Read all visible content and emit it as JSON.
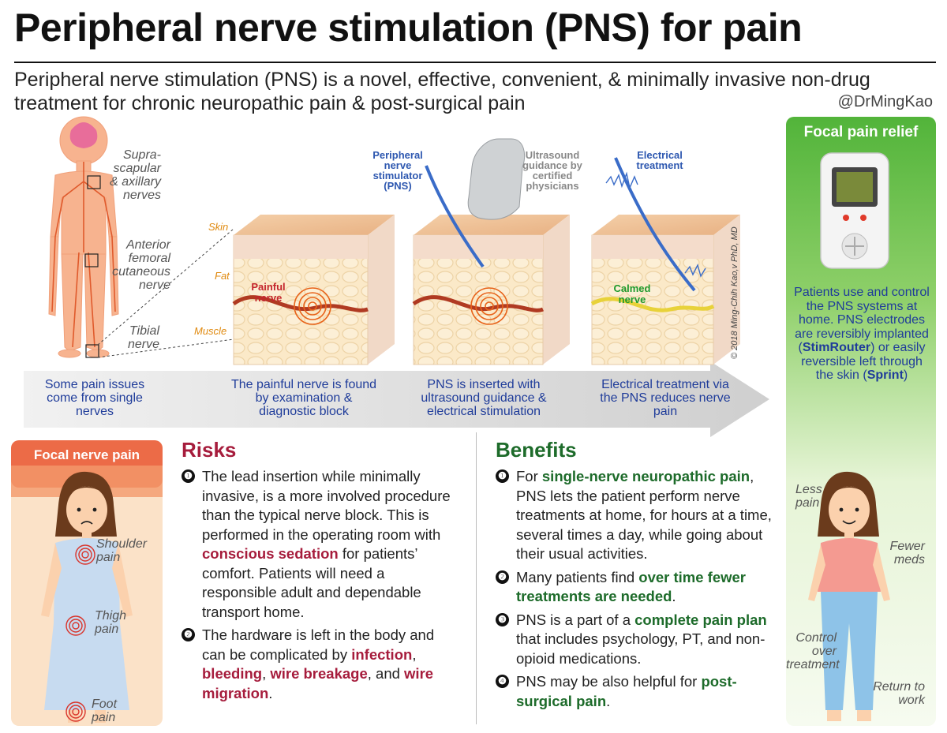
{
  "header": {
    "title": "Peripheral nerve stimulation (PNS) for pain",
    "subtitle": "Peripheral nerve stimulation (PNS) is a novel, effective, convenient, & minimally invasive non-drug treatment for chronic neuropathic pain & post-surgical pain",
    "handle": "@DrMingKao"
  },
  "body_labels": {
    "nerve1": "Supra-scapular & axillary nerves",
    "nerve2": "Anterior femoral cutaneous nerve",
    "nerve3": "Tibial nerve"
  },
  "layers": {
    "skin": "Skin",
    "fat": "Fat",
    "muscle": "Muscle"
  },
  "panels": {
    "painful_nerve": "Painful nerve",
    "calmed_nerve": "Calmed nerve",
    "stimulator": "Peripheral nerve stimulator (PNS)",
    "ultrasound": "Ultrasound guidance by certified physicians",
    "electrical": "Electrical treatment"
  },
  "copyright": "© 2018 Ming-Chih Kao,v PhD, MD",
  "steps": [
    "Some pain issues come from single nerves",
    "The painful nerve is found by examination & diagnostic block",
    "PNS is inserted with ultrasound guidance & electrical stimulation",
    "Electrical treatment via the PNS reduces nerve pain"
  ],
  "focal_nerve_pain": {
    "title": "Focal nerve pain",
    "shoulder": "Shoulder pain",
    "thigh": "Thigh pain",
    "foot": "Foot pain"
  },
  "risks": {
    "heading": "Risks",
    "item1_a": "The lead insertion while minimally invasive, is a more involved procedure than the typical nerve block. This is performed in the operating room with ",
    "item1_b": "conscious sedation",
    "item1_c": " for patients’ comfort. Patients will need a responsible adult and dependable transport home.",
    "item2_a": "The hardware is left in the body and can be complicated by ",
    "item2_b": "infection",
    "item2_c": ", ",
    "item2_d": "bleeding",
    "item2_e": ", ",
    "item2_f": "wire breakage",
    "item2_g": ", and ",
    "item2_h": "wire migration",
    "item2_i": "."
  },
  "benefits": {
    "heading": "Benefits",
    "b1_a": "For ",
    "b1_b": "single-nerve neuropathic pain",
    "b1_c": ", PNS lets the patient perform nerve treatments at home, for hours at a time, several times a day, while going about their usual activities.",
    "b2_a": "Many patients find ",
    "b2_b": "over time fewer treatments are needed",
    "b2_c": ".",
    "b3_a": "PNS is a part of a ",
    "b3_b": "complete pain plan",
    "b3_c": " that includes psychology, PT, and non-opioid medications.",
    "b4_a": "PNS may be also helpful for ",
    "b4_b": "post-surgical pain",
    "b4_c": "."
  },
  "relief": {
    "title": "Focal pain relief",
    "text_a": "Patients use and control the PNS systems at home. PNS electrodes are reversibly implanted (",
    "text_b": "StimRouter",
    "text_c": ") or easily reversible left through the skin (",
    "text_d": "Sprint",
    "text_e": ")",
    "less_pain": "Less pain",
    "fewer_meds": "Fewer meds",
    "control": "Control over treatment",
    "return": "Return to work"
  },
  "bullets": [
    "❶",
    "❷",
    "❸",
    "❹"
  ],
  "colors": {
    "risk_red": "#a61c3c",
    "benefit_green": "#1d6b2a",
    "step_blue": "#1f3c9a"
  }
}
